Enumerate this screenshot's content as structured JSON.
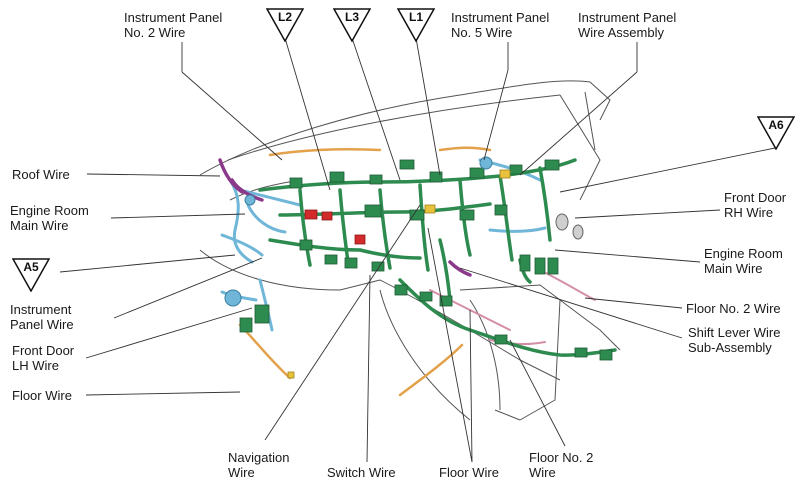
{
  "labels": {
    "ip2_wire": [
      "Instrument Panel",
      "No. 2 Wire"
    ],
    "ip5_wire": [
      "Instrument Panel",
      "No. 5 Wire"
    ],
    "ip_wire_assembly": [
      "Instrument Panel",
      "Wire Assembly"
    ],
    "roof_wire": [
      "Roof Wire"
    ],
    "engine_room_main_left": [
      "Engine Room",
      "Main Wire"
    ],
    "ip_wire": [
      "Instrument",
      "Panel Wire"
    ],
    "front_door_lh": [
      "Front Door",
      "LH Wire"
    ],
    "floor_wire_left": [
      "Floor Wire"
    ],
    "front_door_rh": [
      "Front Door",
      "RH Wire"
    ],
    "engine_room_main_right": [
      "Engine Room",
      "Main Wire"
    ],
    "floor_no2_right": [
      "Floor No. 2 Wire"
    ],
    "shift_lever": [
      "Shift Lever Wire",
      "Sub-Assembly"
    ],
    "navigation_wire": [
      "Navigation",
      "Wire"
    ],
    "switch_wire": [
      "Switch Wire"
    ],
    "floor_wire_bottom": [
      "Floor Wire"
    ],
    "floor_no2_bottom": [
      "Floor No. 2",
      "Wire"
    ]
  },
  "markers": {
    "l2": "L2",
    "l3": "L3",
    "l1": "L1",
    "a6": "A6",
    "a5": "A5"
  },
  "colors": {
    "green_wire": "#2e8b4f",
    "blue_wire": "#6fb6d8",
    "purple_wire": "#8b3a8b",
    "orange_wire": "#e2a14a",
    "pink_wire": "#d48fa8",
    "red_connector": "#d22a2a",
    "yellow_wire": "#e8c23a",
    "outline": "#555555"
  }
}
